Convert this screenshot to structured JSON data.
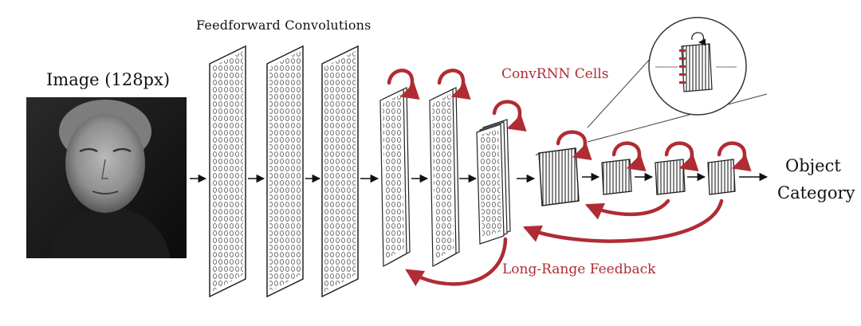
{
  "labels": {
    "feedforward": "Feedforward Convolutions",
    "image": "Image (128px)",
    "convrnn": "ConvRNN Cells",
    "feedback": "Long-Range Feedback",
    "output_line1": "Object",
    "output_line2": "Category"
  },
  "colors": {
    "accent": "#b02c34",
    "ink": "#111111"
  },
  "icons": [
    "recurrent-loop-arrow",
    "feedforward-arrow",
    "feedback-arrow"
  ]
}
